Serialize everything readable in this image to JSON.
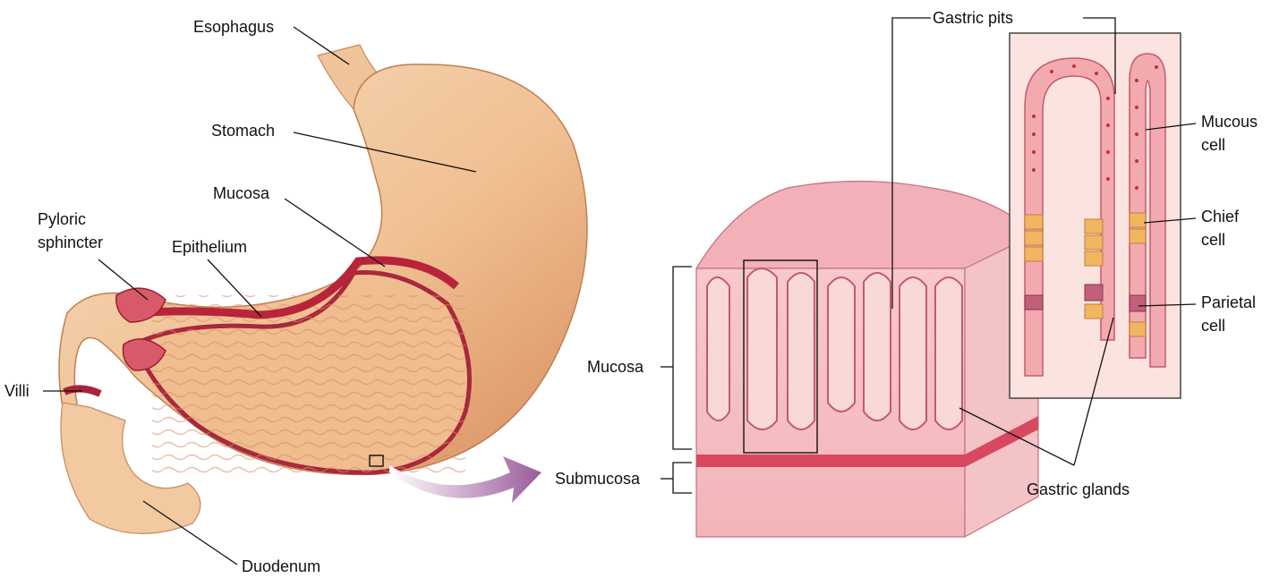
{
  "labels": {
    "esophagus": "Esophagus",
    "stomach": "Stomach",
    "mucosa_left": "Mucosa",
    "pyloric_1": "Pyloric",
    "pyloric_2": "sphincter",
    "epithelium": "Epithelium",
    "villi": "Villi",
    "duodenum": "Duodenum",
    "gastric_pits": "Gastric pits",
    "mucosa_right": "Mucosa",
    "submucosa": "Submucosa",
    "gastric_glands": "Gastric glands",
    "mucous_1": "Mucous",
    "mucous_2": "cell",
    "chief_1": "Chief",
    "chief_2": "cell",
    "parietal_1": "Parietal",
    "parietal_2": "cell"
  },
  "colors": {
    "stomach_outer": "#f2c49a",
    "stomach_inner": "#e8a07a",
    "mucosa_red": "#b8243a",
    "tissue_pink": "#f3bcc0",
    "tissue_dark": "#c8606e",
    "chief_yellow": "#f2b560",
    "parietal_mauve": "#c0607a",
    "arrow_purple": "#9a5a9a"
  }
}
